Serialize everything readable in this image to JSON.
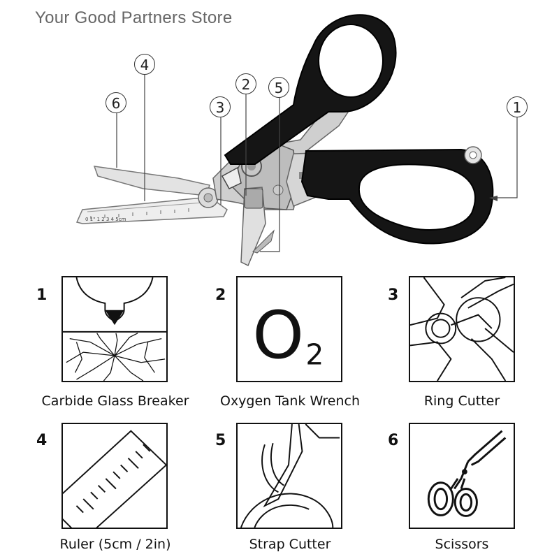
{
  "store_name": "Your Good Partners Store",
  "callouts": [
    "1",
    "2",
    "3",
    "4",
    "5",
    "6"
  ],
  "ruler_marks": "0 1\" 1 2 3 4 5cm",
  "features": [
    {
      "number": "1",
      "label": "Carbide Glass Breaker",
      "icon": "glass-breaker-icon"
    },
    {
      "number": "2",
      "label": "Oxygen Tank Wrench",
      "icon": "oxygen-o2-icon",
      "glyph_main": "O",
      "glyph_sub": "2"
    },
    {
      "number": "3",
      "label": "Ring Cutter",
      "icon": "ring-cutter-icon"
    },
    {
      "number": "4",
      "label": "Ruler (5cm / 2in)",
      "icon": "ruler-icon"
    },
    {
      "number": "5",
      "label": "Strap Cutter",
      "icon": "strap-cutter-icon"
    },
    {
      "number": "6",
      "label": "Scissors",
      "icon": "scissors-icon"
    }
  ]
}
